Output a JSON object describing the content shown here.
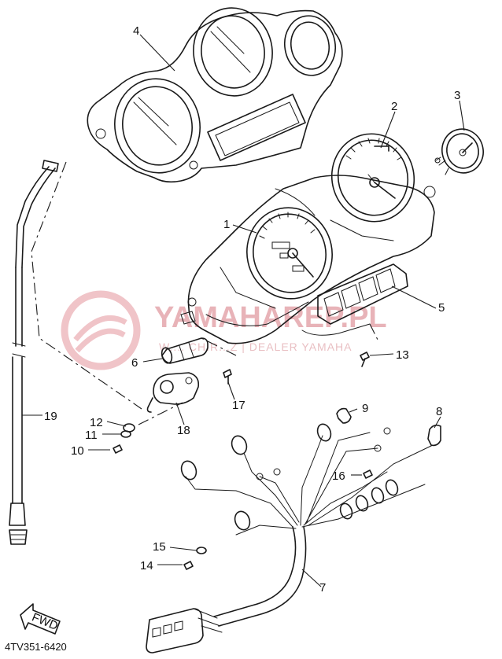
{
  "diagram": {
    "part_code": "4TV351-6420",
    "watermark": {
      "main": "YAMAHAREP.PL",
      "sub": "W.... CHIR...Z | DEALER YAMAHA"
    },
    "fwd_label": "FWD",
    "callouts": {
      "c1": "1",
      "c2": "2",
      "c3": "3",
      "c4": "4",
      "c5": "5",
      "c6": "6",
      "c7": "7",
      "c8": "8",
      "c9": "9",
      "c10": "10",
      "c11": "11",
      "c12": "12",
      "c13": "13",
      "c14": "14",
      "c15": "15",
      "c16": "16",
      "c17": "17",
      "c18": "18",
      "c19": "19"
    }
  }
}
